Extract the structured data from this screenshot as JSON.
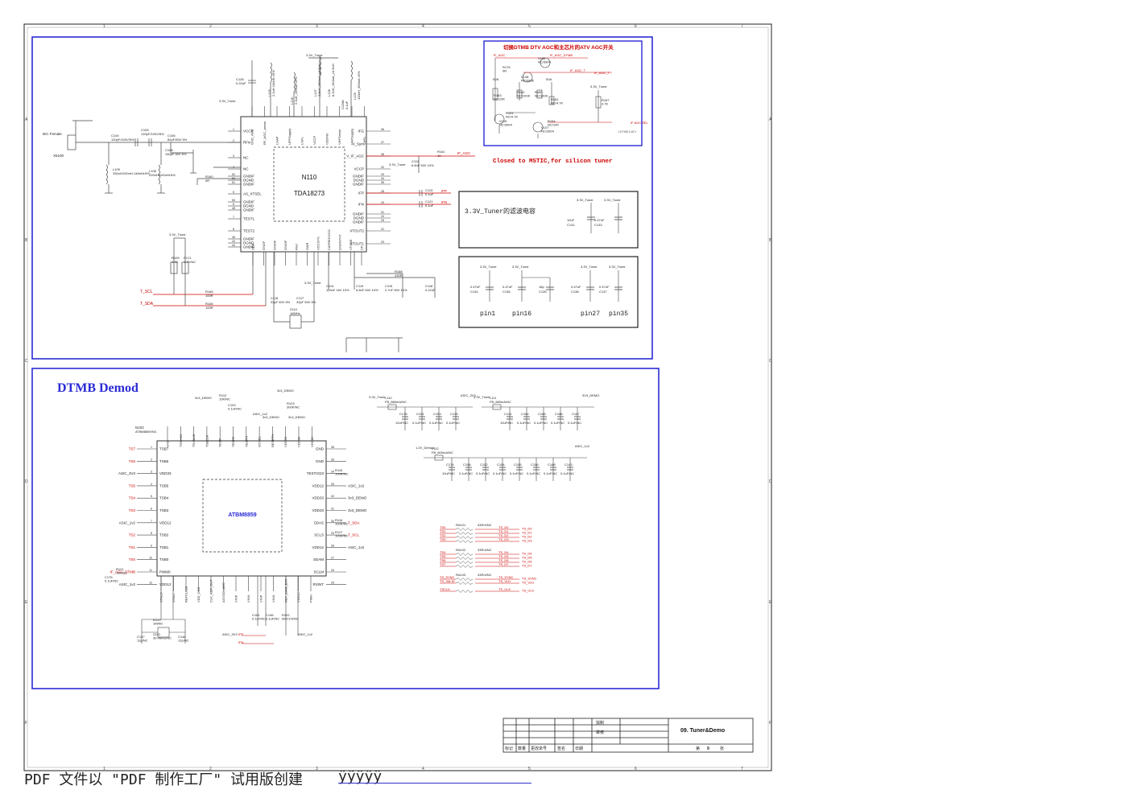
{
  "colors": {
    "block_border": "#2b2bd6",
    "net_red": "#cc0000",
    "wire": "#444444",
    "frame": "#222222"
  },
  "tuner": {
    "ref": "N110",
    "part": "TDA18273",
    "connector_label": "IEC Female",
    "connector_ref": "X5100",
    "pins_left": [
      {
        "num": "1",
        "name": "VCCP"
      },
      {
        "num": "2",
        "name": "RFin"
      },
      {
        "num": "3",
        "name": "NC"
      },
      {
        "num": "4",
        "name": "NC"
      },
      {
        "num": "52",
        "name": "GNDIF"
      },
      {
        "num": "53",
        "name": "DGND"
      },
      {
        "num": "51",
        "name": "GNDIF"
      },
      {
        "num": "5",
        "name": "AS_XTSEL"
      },
      {
        "num": "50",
        "name": "GNDIF"
      },
      {
        "num": "6",
        "name": "DGND"
      },
      {
        "num": "48",
        "name": "GNDIF"
      },
      {
        "num": "7",
        "name": "TEST1"
      },
      {
        "num": "8",
        "name": "TEST2"
      },
      {
        "num": "45",
        "name": "GNDIF"
      },
      {
        "num": "10",
        "name": "DGND"
      },
      {
        "num": "44",
        "name": "GNDIF"
      }
    ],
    "pins_right": [
      {
        "num": "36",
        "name": "IFG"
      },
      {
        "num": "37",
        "name": "V_Sym"
      },
      {
        "num": "38",
        "name": "V_IF_AGC"
      },
      {
        "num": "32",
        "name": "VCCP"
      },
      {
        "num": "33",
        "name": "GNDIF"
      },
      {
        "num": "34",
        "name": "DGND"
      },
      {
        "num": "35",
        "name": "GNDIF"
      },
      {
        "num": "28",
        "name": "IFP"
      },
      {
        "num": "29",
        "name": "IFN"
      },
      {
        "num": "31",
        "name": "GNDIF"
      },
      {
        "num": "24",
        "name": "DGND"
      },
      {
        "num": "25",
        "name": "GNDIF"
      },
      {
        "num": "22",
        "name": "XTOUT2"
      },
      {
        "num": "23",
        "name": "XTOUT1"
      }
    ],
    "pins_top": [
      "GND_AGC",
      "RF_AGC_sense",
      "LNAP",
      "UPFSupply",
      "LNFL",
      "VCCP",
      "VDDFhi",
      "VHFSense",
      "VHFSupply",
      "VHFL"
    ],
    "pins_bottom": [
      "SDA",
      "GNDF",
      "GNDIF",
      "GNDIF",
      "Rref",
      "SWR",
      "VCCSYN",
      "CAPREGVCO",
      "GNDSYNT",
      "VTUNE",
      "CP"
    ],
    "supply_label": "3.3V_Tuner",
    "nets": {
      "scl": "T_SCL",
      "sda": "T_SDA",
      "if_agc": "IF_AGC",
      "ifp": "IFP",
      "ifn": "IFN"
    },
    "components": [
      {
        "ref": "C128",
        "val": "0.22uF"
      },
      {
        "ref": "C104",
        "val": "120pF/100V/5%"
      },
      {
        "ref": "C105",
        "val": "120pF/100V/5%"
      },
      {
        "ref": "C106",
        "val": "82pF/50V 5%"
      },
      {
        "ref": "C108",
        "val": "150pF 50V 5%"
      },
      {
        "ref": "L109",
        "val": "330nH/100nH-148nH±5%"
      },
      {
        "ref": "L108",
        "val": "220nH/100nH±5%"
      },
      {
        "ref": "R160",
        "val": "0R"
      },
      {
        "ref": "R166",
        "val": "100R"
      },
      {
        "ref": "R165",
        "val": "100R"
      },
      {
        "ref": "R109",
        "val": "4.7K"
      },
      {
        "ref": "R171",
        "val": "4.7K/NC"
      },
      {
        "ref": "C116",
        "val": "33pF 50V 5%"
      },
      {
        "ref": "C117",
        "val": "33pF 50V 5%"
      },
      {
        "ref": "Z110",
        "val": "16MHz"
      },
      {
        "ref": "C114",
        "val": "100nF 16V 10%"
      },
      {
        "ref": "C119",
        "val": "6.8nF 50V 10%"
      },
      {
        "ref": "C115",
        "val": "2.7nF 50V 10%"
      },
      {
        "ref": "C118",
        "val": "0.22uF"
      },
      {
        "ref": "R168",
        "val": "430R"
      },
      {
        "ref": "C112",
        "val": "6.8nF 50V 10%"
      },
      {
        "ref": "R161",
        "val": "1K"
      },
      {
        "ref": "C113",
        "val": "0.1uF"
      },
      {
        "ref": "C121",
        "val": "0.1uF"
      },
      {
        "ref": "L125",
        "val": "2.2uH 100nH ±5%"
      },
      {
        "ref": "L126",
        "val": "2.2uH_250mA ±5%"
      },
      {
        "ref": "L127",
        "val": "2.8nH_250mA_±0.5nH"
      },
      {
        "ref": "L128",
        "val": "8.2nH_150mA_±0.5nH"
      },
      {
        "ref": "C128b",
        "val": "0.1uF"
      },
      {
        "ref": "L129",
        "val": "100nH_350mA ±5%"
      }
    ]
  },
  "agc_switch": {
    "title": "切换DTMB DTV AGC和主芯片的ATV AGC开关",
    "nets": [
      "IF_AGC",
      "IF_AGC_DTMB",
      "IF_AGC_T",
      "IF_AGC_T",
      "IF AGC SEL"
    ],
    "supply": [
      "5VA",
      "5VA",
      "3.3V_Tuner"
    ],
    "components": [
      {
        "ref": "R176",
        "val": "0R"
      },
      {
        "ref": "V106",
        "val": "NC/3904"
      },
      {
        "ref": "V108",
        "val": "NC/3906"
      },
      {
        "ref": "R162",
        "val": "NC/100K"
      },
      {
        "ref": "R163",
        "val": "NC/10K"
      },
      {
        "ref": "R180",
        "val": "NC/100K"
      },
      {
        "ref": "R181",
        "val": "NC/4.7K"
      },
      {
        "ref": "R151",
        "val": "NC/4.7K"
      },
      {
        "ref": "V105",
        "val": "NC/3904"
      },
      {
        "ref": "R164",
        "val": "NC/10K"
      },
      {
        "ref": "V107",
        "val": "NC/3904"
      },
      {
        "ref": "R167",
        "val": "4.7K"
      }
    ],
    "note": "1:DTMB 0:ATV"
  },
  "note_mstic": "Closed to MSTIC,for silicon tuner",
  "filter_caps": {
    "title": "3.3V_Tuner的滤波电容",
    "caps": [
      {
        "ref": "C131",
        "val": "10uF",
        "supply": "3.3V_Tuner"
      },
      {
        "ref": "C133",
        "val": "0.47uF",
        "supply": "3.3V_Tuner"
      }
    ]
  },
  "pin_caps": {
    "supply": "3.3V_Tuner",
    "groups": [
      {
        "pin": "pin1",
        "caps": [
          {
            "ref": "C134",
            "val": "0.47uF"
          }
        ]
      },
      {
        "pin": "pin16",
        "caps": [
          {
            "ref": "C136",
            "val": "0.47uF"
          },
          {
            "ref": "C135",
            "val": "18p"
          }
        ]
      },
      {
        "pin": "pin27",
        "caps": [
          {
            "ref": "C138",
            "val": "0.47uF"
          }
        ]
      },
      {
        "pin": "pin35",
        "caps": [
          {
            "ref": "C137",
            "val": "0.47uF"
          }
        ]
      }
    ]
  },
  "demod": {
    "title": "DTMB Demod",
    "ref": "N102",
    "ref_part": "ATBM8859/NC",
    "part": "ATBM8859",
    "pins_left": [
      {
        "num": "1",
        "name": "TSB7",
        "net": "TS7"
      },
      {
        "num": "2",
        "name": "TSB6",
        "net": "TS6"
      },
      {
        "num": "3",
        "name": "VDD33",
        "net": "ASIC_3V3"
      },
      {
        "num": "4",
        "name": "TSB5",
        "net": "TS5"
      },
      {
        "num": "5",
        "name": "TSB4",
        "net": "TS4"
      },
      {
        "num": "6",
        "name": "TSB3",
        "net": "TS3"
      },
      {
        "num": "7",
        "name": "VDD12",
        "net": "ASIC_1v2"
      },
      {
        "num": "8",
        "name": "TSB2",
        "net": "TS2"
      },
      {
        "num": "9",
        "name": "TSB1",
        "net": "TS1"
      },
      {
        "num": "10",
        "name": "TSB0",
        "net": "TS0"
      },
      {
        "num": "11",
        "name": "PWM0",
        "net": "IF_AGC_DTMB"
      },
      {
        "num": "12",
        "name": "VDD12",
        "net": "ASIC_1v2"
      }
    ],
    "pins_right": [
      {
        "num": "36",
        "name": "GND",
        "net": ""
      },
      {
        "num": "35",
        "name": "GND",
        "net": ""
      },
      {
        "num": "34",
        "name": "TESTIO23",
        "net": ""
      },
      {
        "num": "33",
        "name": "VDD12",
        "net": "ASIC_1v2"
      },
      {
        "num": "32",
        "name": "VDD33",
        "net": "3v3_DEMO"
      },
      {
        "num": "31",
        "name": "VDD33",
        "net": "3v3_DEMO"
      },
      {
        "num": "30",
        "name": "SDAS",
        "net": "T_SDA"
      },
      {
        "num": "29",
        "name": "SCLS",
        "net": "T_SCL"
      },
      {
        "num": "28",
        "name": "VDD12",
        "net": "ASIC_1v2"
      },
      {
        "num": "27",
        "name": "SDAM",
        "net": ""
      },
      {
        "num": "26",
        "name": "SCLM",
        "net": ""
      },
      {
        "num": "25",
        "name": "RSINT",
        "net": ""
      }
    ],
    "pins_top": [
      "GND",
      "TSSYNC",
      "TSVALID",
      "TSBCLK",
      "TESTI",
      "TESTO",
      "TESTIN",
      "I2CSEL",
      "RESETN",
      "VDD33",
      "VDD33",
      "VDD12"
    ],
    "pins_bottom": [
      "XTALO",
      "XTALI",
      "REFCLK18",
      "VDD_OSC",
      "CLK_REF_OUT",
      "AGVDD_ADC",
      "VINP",
      "VINN",
      "VINP",
      "VINN",
      "REF_BIAS_EXT",
      "VDD12",
      "PMAI"
    ],
    "components": [
      {
        "ref": "R112",
        "val": "10K/NC"
      },
      {
        "ref": "C103",
        "val": "0.1uF/NC"
      },
      {
        "ref": "R123",
        "val": "300K/NC"
      },
      {
        "ref": "R115",
        "val": "100R/NC"
      },
      {
        "ref": "R116",
        "val": "100R/NC"
      },
      {
        "ref": "R117",
        "val": "100R/NC"
      },
      {
        "ref": "R121",
        "val": "10K/NC"
      },
      {
        "ref": "C175",
        "val": "0.1uF/NC"
      },
      {
        "ref": "R120",
        "val": "1M/NC"
      },
      {
        "ref": "Z101",
        "val": "30.4MHz/NC"
      },
      {
        "ref": "C147",
        "val": "12p/NC"
      },
      {
        "ref": "C148",
        "val": "12p/NC"
      },
      {
        "ref": "C161",
        "val": "0.1uF/NC"
      },
      {
        "ref": "C146",
        "val": "0.1uF/NC"
      },
      {
        "ref": "R122",
        "val": "59K/1%/NC"
      }
    ],
    "supply_labels": [
      "3v3_DEMO",
      "3v3_DEMO",
      "ASIC_1v2",
      "3v3_DEMO",
      "3v3_DEMO",
      "ASIC_3V3",
      "ASIC_1v2",
      "IFP",
      "IFN"
    ]
  },
  "demod_power": {
    "rails": [
      {
        "in": "3.3V_Tuner",
        "bead": "L110",
        "bead_val": "FB_680mA/NC",
        "out": "ASIC_3V3",
        "caps": [
          {
            "ref": "C176",
            "val": "10uF/NC"
          },
          {
            "ref": "C151",
            "val": "0.1uF/NC"
          },
          {
            "ref": "C153",
            "val": "0.1uF/NC"
          },
          {
            "ref": "C139",
            "val": "0.1uF/NC"
          }
        ]
      },
      {
        "in": "3.3V_Tuner",
        "bead": "L111",
        "bead_val": "FB_680mA/NC",
        "out": "3V3_DEMO",
        "caps": [
          {
            "ref": "C141",
            "val": "10uF/NC"
          },
          {
            "ref": "C164",
            "val": "0.1uF/NC"
          },
          {
            "ref": "C165",
            "val": "0.1uF/NC"
          },
          {
            "ref": "C166",
            "val": "0.1uF/NC"
          },
          {
            "ref": "C167",
            "val": "0.1uF/NC"
          }
        ]
      },
      {
        "in": "1.2V_Demod",
        "bead": "L112",
        "bead_val": "FB_600mA/NC",
        "out": "ASIC_1v2",
        "caps": [
          {
            "ref": "C174",
            "val": "10uF/NC"
          },
          {
            "ref": "C158",
            "val": "0.1uF/NC"
          },
          {
            "ref": "C152",
            "val": "0.1uF/NC"
          },
          {
            "ref": "C154",
            "val": "0.1uF/NC"
          },
          {
            "ref": "C155",
            "val": "0.1uF/NC"
          },
          {
            "ref": "C156",
            "val": "0.1uF/NC"
          },
          {
            "ref": "C168",
            "val": "0.1uF/NC"
          },
          {
            "ref": "C143",
            "val": "0.1uF/NC"
          }
        ]
      }
    ]
  },
  "ts_arrays": [
    {
      "ref": "RA101",
      "val": "33R/4/NC",
      "in": [
        "TS0",
        "TS1",
        "TS2",
        "TS3"
      ],
      "out": [
        "TS_D0",
        "TS_D1",
        "TS_D2",
        "TS_D3"
      ]
    },
    {
      "ref": "RA102",
      "val": "33R/4/NC",
      "in": [
        "TS4",
        "TS5",
        "TS6",
        "TS7"
      ],
      "out": [
        "TS_D4",
        "TS_D5",
        "TS_D6",
        "TS_D7"
      ]
    },
    {
      "ref": "RA103",
      "val": "33R/4/NC",
      "in": [
        "TS_SYNC",
        "TS_VALID",
        "",
        "TSCLK"
      ],
      "out": [
        "TS_SYNC",
        "TS_VLD",
        "",
        "TS_CLK"
      ]
    }
  ],
  "title_block": {
    "drawn": "拟制",
    "checked": "审核",
    "title": "09. Tuner&Demo",
    "sheet_label": "第",
    "sheet_num": "9",
    "sheet_suffix": "张",
    "cols": [
      "标记",
      "数量",
      "更改单号",
      "签名",
      "日期"
    ]
  },
  "footer": {
    "text": "PDF 文件以 \"PDF 制作工厂\" 试用版创建",
    "link": "ÿÿÿÿÿ"
  },
  "frame": {
    "top_ticks": [
      "1",
      "2",
      "3",
      "4",
      "5",
      "6",
      "7"
    ],
    "side_ticks": [
      "A",
      "B",
      "C",
      "D",
      "E",
      "F"
    ]
  }
}
